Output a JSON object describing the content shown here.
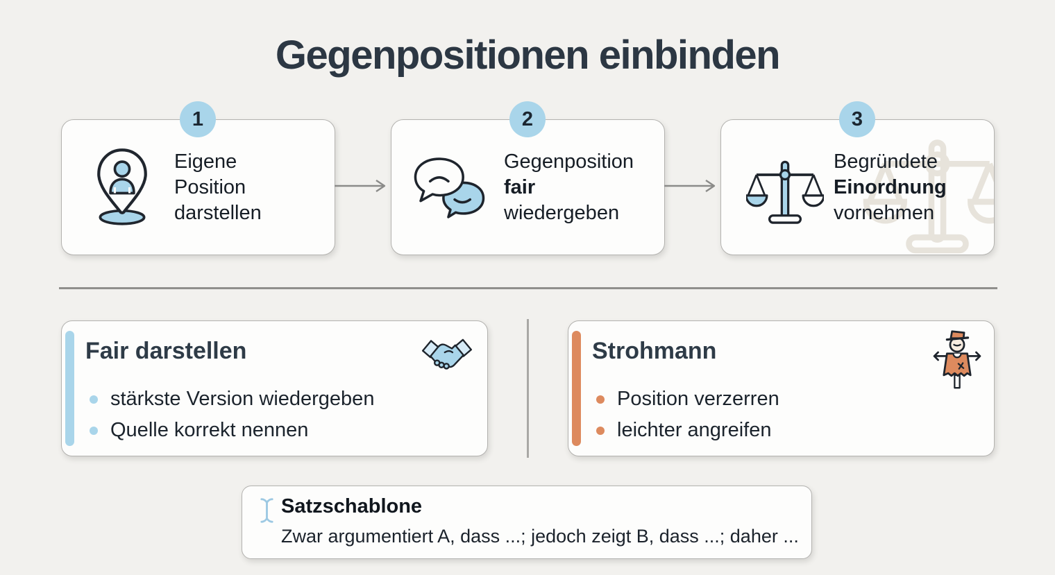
{
  "title": "Gegenpositionen einbinden",
  "colors": {
    "background": "#f2f1ee",
    "card_background": "#fdfdfc",
    "card_border": "#b3b2af",
    "title_text": "#2c3743",
    "body_text": "#1a212a",
    "accent_blue": "#a9d5ea",
    "accent_orange": "#dd8a5e",
    "divider_gray": "#908f8c",
    "arrow_gray": "#8b8b89",
    "watermark_gray": "#e7e3db"
  },
  "steps": [
    {
      "number": "1",
      "icon": "person-pin-icon",
      "lines": [
        "Eigene",
        "Position",
        "darstellen"
      ]
    },
    {
      "number": "2",
      "icon": "speech-bubbles-icon",
      "lines": [
        "Gegenposition",
        "fair",
        "wiedergeben"
      ]
    },
    {
      "number": "3",
      "icon": "scales-icon",
      "lines": [
        "Begründete",
        "Einordnung",
        "vornehmen"
      ]
    }
  ],
  "comparison": {
    "left": {
      "title": "Fair darstellen",
      "icon": "handshake-icon",
      "bullets": [
        "stärkste Version wiedergeben",
        "Quelle korrekt nennen"
      ]
    },
    "right": {
      "title": "Strohmann",
      "icon": "scarecrow-icon",
      "bullets": [
        "Position verzerren",
        "leichter angreifen"
      ]
    }
  },
  "template_box": {
    "icon": "text-cursor-icon",
    "title": "Satzschablone",
    "text": "Zwar argumentiert A, dass ...; jedoch zeigt B, dass ...; daher ..."
  }
}
